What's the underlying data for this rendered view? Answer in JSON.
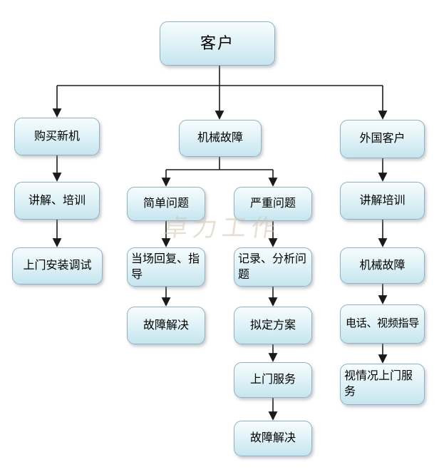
{
  "diagram_type": "flowchart",
  "nodes": {
    "customer": {
      "label": "客户"
    },
    "buy_new_machine": {
      "label": "购买新机"
    },
    "explain_training_left": {
      "label": "讲解、培训"
    },
    "onsite_install_debug": {
      "label": "上门安装调试"
    },
    "mechanical_fault": {
      "label": "机械故障"
    },
    "simple_problem": {
      "label": "简单问题"
    },
    "onsite_reply_guidance": {
      "label": "当场回复、指导"
    },
    "fault_resolved_simple": {
      "label": "故障解决"
    },
    "serious_problem": {
      "label": "严重问题"
    },
    "record_analyze_problem": {
      "label": "记录、分析问题"
    },
    "draft_plan": {
      "label": "拟定方案"
    },
    "onsite_service": {
      "label": "上门服务"
    },
    "fault_resolved_serious": {
      "label": "故障解决"
    },
    "foreign_customer": {
      "label": "外国客户"
    },
    "explain_training_right": {
      "label": "讲解培训"
    },
    "mechanical_fault_right": {
      "label": "机械故障"
    },
    "phone_video_guidance": {
      "label": "电话、视频指导"
    },
    "onsite_service_depends": {
      "label": "视情况上门服务"
    }
  },
  "edges": [
    {
      "from": "customer",
      "to": "buy_new_machine"
    },
    {
      "from": "customer",
      "to": "mechanical_fault"
    },
    {
      "from": "customer",
      "to": "foreign_customer"
    },
    {
      "from": "buy_new_machine",
      "to": "explain_training_left"
    },
    {
      "from": "explain_training_left",
      "to": "onsite_install_debug"
    },
    {
      "from": "mechanical_fault",
      "to": "simple_problem"
    },
    {
      "from": "mechanical_fault",
      "to": "serious_problem"
    },
    {
      "from": "simple_problem",
      "to": "onsite_reply_guidance"
    },
    {
      "from": "onsite_reply_guidance",
      "to": "fault_resolved_simple"
    },
    {
      "from": "serious_problem",
      "to": "record_analyze_problem"
    },
    {
      "from": "record_analyze_problem",
      "to": "draft_plan"
    },
    {
      "from": "draft_plan",
      "to": "onsite_service"
    },
    {
      "from": "onsite_service",
      "to": "fault_resolved_serious"
    },
    {
      "from": "foreign_customer",
      "to": "explain_training_right"
    },
    {
      "from": "explain_training_right",
      "to": "mechanical_fault_right"
    },
    {
      "from": "mechanical_fault_right",
      "to": "phone_video_guidance"
    },
    {
      "from": "phone_video_guidance",
      "to": "onsite_service_depends"
    }
  ],
  "watermark": {
    "text": "卓力工作"
  },
  "colors": {
    "node_fill_top": "#f6fcfd",
    "node_fill_bottom": "#c6e5ef",
    "node_border": "#93b1c2",
    "line": "#1a1a1a",
    "background": "#ffffff"
  }
}
